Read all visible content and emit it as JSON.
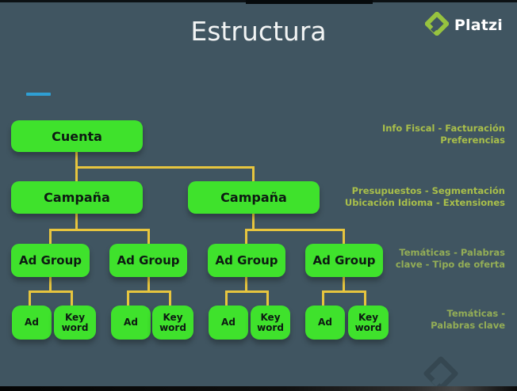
{
  "header": {
    "title": "Estructura",
    "brand": "Platzi"
  },
  "tree": {
    "account_label": "Cuenta",
    "campaign_label": "Campaña",
    "adgroup_label": "Ad Group",
    "ad_label": "Ad",
    "keyword_label": "Key word"
  },
  "annotations": [
    {
      "level": "cuenta",
      "lines": [
        "Info Fiscal - Facturación",
        "Preferencias"
      ]
    },
    {
      "level": "campana",
      "lines": [
        "Presupuestos - Segmentación",
        "Ubicación Idioma - Extensiones"
      ]
    },
    {
      "level": "adgroup",
      "lines": [
        "Temáticas - Palabras",
        "clave - Tipo de oferta"
      ]
    },
    {
      "level": "ad-keyword",
      "lines": [
        "Temáticas -",
        "Palabras clave"
      ]
    }
  ],
  "colors": {
    "background": "#405561",
    "node_green": "#3fe22c",
    "connector_yellow": "#e7c53e",
    "title_text": "#f2f4f4",
    "brand_green": "#97c33f",
    "accent_dash_cyan": "#2f9fd4",
    "annotation_upper": "#a9bf4a",
    "annotation_lower": "#93ad56",
    "node_text": "#0d1a12"
  }
}
